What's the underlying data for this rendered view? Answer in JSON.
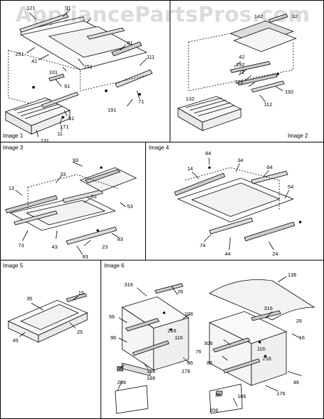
{
  "watermark": "AppliancePartsPros.com",
  "panels": [
    {
      "title": "Image 1",
      "labels": [
        "121",
        "11",
        "251",
        "41",
        "101",
        "151",
        "81",
        "111",
        "91",
        "191",
        "71",
        "51",
        "171",
        "11",
        "131"
      ]
    },
    {
      "title": "Image 2",
      "labels": [
        "142",
        "32",
        "42",
        "192",
        "72",
        "122",
        "192",
        "112",
        "132"
      ]
    },
    {
      "title": "Image 3",
      "labels": [
        "93",
        "33",
        "13",
        "63",
        "53",
        "73",
        "43",
        "83",
        "23",
        "83"
      ]
    },
    {
      "title": "Image 4",
      "labels": [
        "84",
        "14",
        "34",
        "64",
        "54",
        "74",
        "44",
        "24"
      ]
    },
    {
      "title": "Image 5",
      "labels": [
        "35",
        "15",
        "45",
        "25"
      ]
    },
    {
      "title": "Image 6",
      "labels": [
        "136",
        "316",
        "26",
        "56",
        "106",
        "216",
        "116",
        "96",
        "66",
        "36",
        "196",
        "186",
        "206",
        "176",
        "316",
        "26",
        "16",
        "306",
        "76",
        "116",
        "86",
        "216",
        "46",
        "36",
        "186",
        "176",
        "206"
      ]
    }
  ]
}
